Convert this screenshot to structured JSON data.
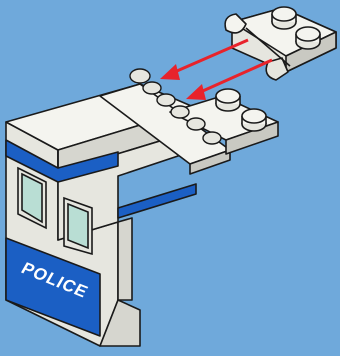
{
  "instruction_image": {
    "booth_label": "POLICE",
    "colors": {
      "background": "#6fa9db",
      "brick_light": "#e6e6df",
      "brick_top": "#f4f4ef",
      "brick_shade": "#c9c9c2",
      "outline": "#1a1a1a",
      "police_blue": "#1b5fc4",
      "window_glass": "#b9ded4",
      "arrow": "#e8232b"
    },
    "arrows": {
      "count": 2,
      "direction": "toward-hinge"
    }
  }
}
